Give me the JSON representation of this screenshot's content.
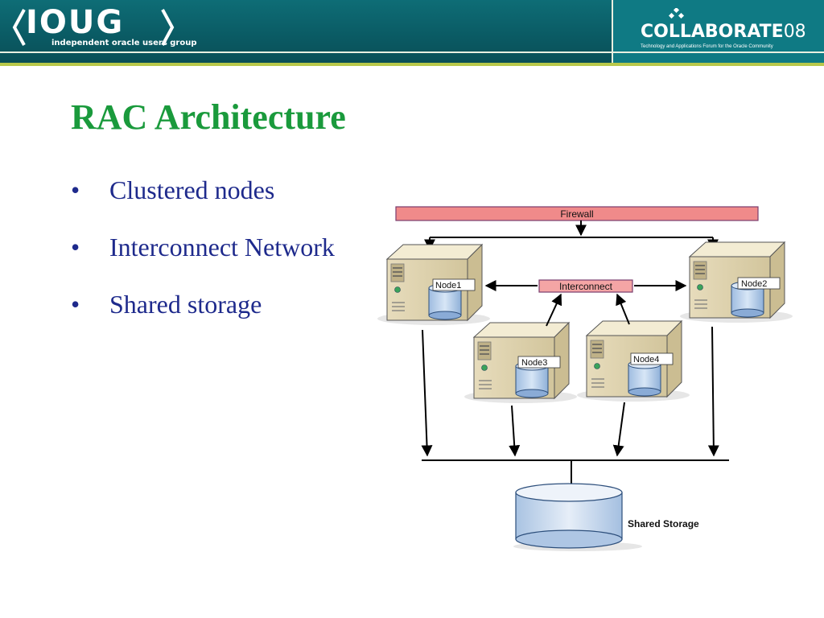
{
  "header": {
    "logo_left": {
      "wordmark": "IOUG",
      "tagline": "independent oracle users group"
    },
    "logo_right": {
      "wordmark": "COLLABORATE",
      "year": "08",
      "tagline": "Technology and Applications Forum for the Oracle Community"
    }
  },
  "slide": {
    "title": "RAC Architecture",
    "bullets": [
      "Clustered nodes",
      "Interconnect Network",
      "Shared storage"
    ]
  },
  "diagram": {
    "firewall_label": "Firewall",
    "interconnect_label": "Interconnect",
    "storage_label": "Shared Storage",
    "nodes": [
      "Node1",
      "Node2",
      "Node3",
      "Node4"
    ]
  },
  "colors": {
    "header_teal": "#0e6d76",
    "title_green": "#1a9a3c",
    "bullet_navy": "#1e2a8c",
    "firewall_fill": "#f08a8a",
    "interconnect_fill": "#f4a5a5",
    "server_body": "#e9e0c2",
    "disk_blue": "#b8cfe8"
  }
}
